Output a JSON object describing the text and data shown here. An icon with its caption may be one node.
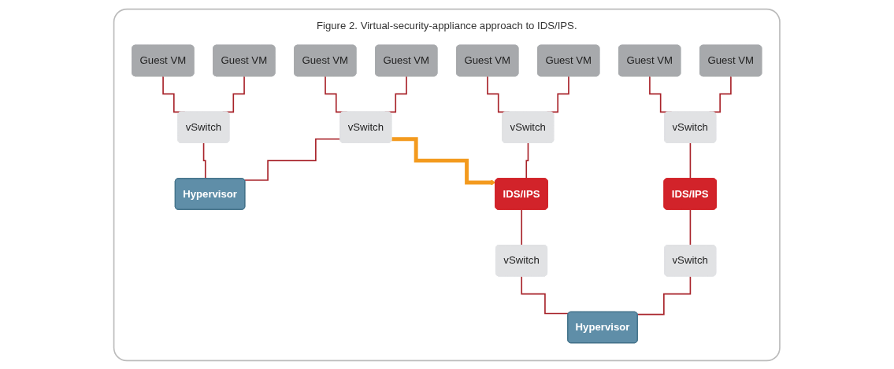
{
  "diagram": {
    "nodes": [
      {
        "text": [
          "Figure 2. Virtual-security-appliance approach to IDS/IPS."
        ]
      },
      {
        "text": [
          "Guest VM"
        ],
        "in": 0
      },
      {
        "text": [
          "Guest VM"
        ],
        "in": 0
      },
      {
        "text": [
          "Guest VM"
        ],
        "in": 0
      },
      {
        "text": [
          "Guest VM"
        ],
        "in": 0
      },
      {
        "text": [
          "vSwitch"
        ],
        "in": 0
      },
      {
        "text": [
          "vSwitch"
        ],
        "in": 0
      },
      {
        "text": [
          "Hypervisor"
        ],
        "in": 0
      },
      {
        "text": [
          "Guest VM"
        ],
        "in": 0
      },
      {
        "text": [
          "Guest VM"
        ],
        "in": 0
      },
      {
        "text": [
          "Guest VM"
        ],
        "in": 0
      },
      {
        "text": [
          "Guest VM"
        ],
        "in": 0
      },
      {
        "text": [
          "vSwitch"
        ],
        "in": 0
      },
      {
        "text": [
          "vSwitch"
        ],
        "in": 0
      },
      {
        "text": [
          "IDS/IPS"
        ],
        "in": 0
      },
      {
        "text": [
          "IDS/IPS"
        ],
        "in": 0
      },
      {
        "text": [
          "vSwitch"
        ],
        "in": 0
      },
      {
        "text": [
          "vSwitch"
        ],
        "in": 0
      },
      {
        "text": [
          "Hypervisor"
        ],
        "in": 0
      }
    ],
    "edges": [
      {
        "from": 1,
        "to": 5,
        "arrow": "none"
      },
      {
        "from": 2,
        "to": 5,
        "arrow": "none"
      },
      {
        "from": 3,
        "to": 6,
        "arrow": "none"
      },
      {
        "from": 4,
        "to": 6,
        "arrow": "none"
      },
      {
        "from": 5,
        "to": 7,
        "arrow": "none"
      },
      {
        "from": 6,
        "to": 7,
        "arrow": "none"
      },
      {
        "from": 6,
        "to": 14,
        "arrow": "to",
        "style": "thick",
        "color": "#f39a1e"
      },
      {
        "from": 8,
        "to": 12,
        "arrow": "none"
      },
      {
        "from": 9,
        "to": 12,
        "arrow": "none"
      },
      {
        "from": 10,
        "to": 13,
        "arrow": "none"
      },
      {
        "from": 11,
        "to": 13,
        "arrow": "none"
      },
      {
        "from": 12,
        "to": 14,
        "arrow": "none"
      },
      {
        "from": 13,
        "to": 15,
        "arrow": "none"
      },
      {
        "from": 14,
        "to": 16,
        "arrow": "none"
      },
      {
        "from": 15,
        "to": 17,
        "arrow": "none"
      },
      {
        "from": 16,
        "to": 18,
        "arrow": "none"
      },
      {
        "from": 17,
        "to": 18,
        "arrow": "none"
      }
    ]
  }
}
